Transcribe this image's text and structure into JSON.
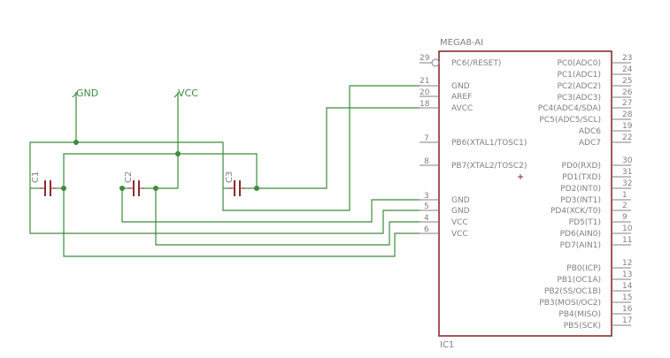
{
  "chip": {
    "name": "MEGA8-AI",
    "ref": "IC1",
    "left_pins": [
      {
        "num": "29",
        "label": "PC6(/RESET)",
        "inverted": true
      },
      {
        "num": "21",
        "label": "GND"
      },
      {
        "num": "20",
        "label": "AREF"
      },
      {
        "num": "18",
        "label": "AVCC"
      },
      {
        "num": "7",
        "label": "PB6(XTAL1/TOSC1)"
      },
      {
        "num": "8",
        "label": "PB7(XTAL2/TOSC2)"
      },
      {
        "num": "3",
        "label": "GND"
      },
      {
        "num": "5",
        "label": "GND"
      },
      {
        "num": "4",
        "label": "VCC"
      },
      {
        "num": "6",
        "label": "VCC"
      }
    ],
    "right_pins": [
      {
        "num": "23",
        "label": "PC0(ADC0)"
      },
      {
        "num": "24",
        "label": "PC1(ADC1)"
      },
      {
        "num": "25",
        "label": "PC2(ADC2)"
      },
      {
        "num": "26",
        "label": "PC3(ADC3)"
      },
      {
        "num": "27",
        "label": "PC4(ADC4/SDA)"
      },
      {
        "num": "28",
        "label": "PC5(ADC5/SCL)"
      },
      {
        "num": "19",
        "label": "ADC6"
      },
      {
        "num": "22",
        "label": "ADC7"
      },
      {
        "num": "30",
        "label": "PD0(RXD)"
      },
      {
        "num": "31",
        "label": "PD1(TXD)"
      },
      {
        "num": "32",
        "label": "PD2(INT0)"
      },
      {
        "num": "1",
        "label": "PD3(INT1)"
      },
      {
        "num": "2",
        "label": "PD4(XCK/T0)"
      },
      {
        "num": "9",
        "label": "PD5(T1)"
      },
      {
        "num": "10",
        "label": "PD6(AIN0)"
      },
      {
        "num": "11",
        "label": "PD7(AIN1)"
      },
      {
        "num": "12",
        "label": "PB0(ICP)"
      },
      {
        "num": "13",
        "label": "PB1(OC1A)"
      },
      {
        "num": "14",
        "label": "PB2(SS/OC1B)"
      },
      {
        "num": "15",
        "label": "PB3(MOSI/OC2)"
      },
      {
        "num": "16",
        "label": "PB4(MISO)"
      },
      {
        "num": "17",
        "label": "PB5(SCK)"
      }
    ]
  },
  "nets": {
    "gnd": "GND",
    "vcc": "VCC"
  },
  "capacitors": [
    "C1",
    "C2",
    "C3"
  ],
  "colors": {
    "wire": "#3c8c3c",
    "part": "#8c2c2c",
    "pin": "#808080"
  }
}
